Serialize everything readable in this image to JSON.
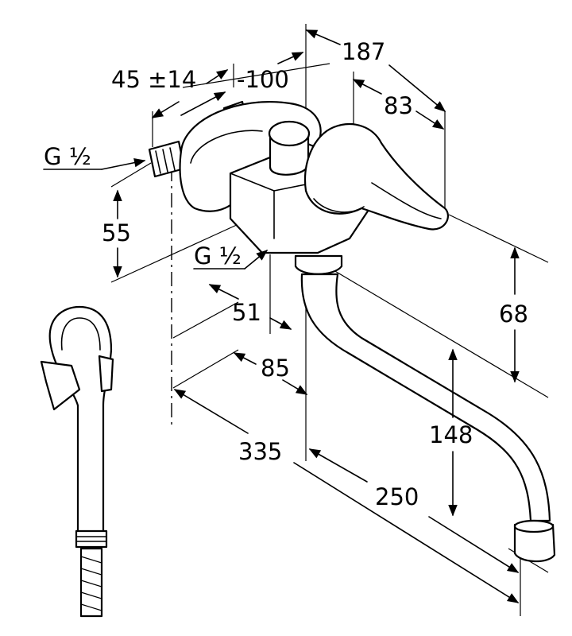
{
  "drawing": {
    "labels": {
      "d187": "187",
      "d45": "45 ±14",
      "d100": "-100",
      "d83": "83",
      "g_top": "G ½",
      "d55": "55",
      "g_mid": "G ½",
      "d68": "68",
      "d51": "51",
      "d85": "85",
      "d148": "148",
      "d335": "335",
      "d250": "250"
    },
    "colors": {
      "line": "#000000",
      "background": "#ffffff"
    },
    "icons": [
      "faucet-icon",
      "hand-shower-icon",
      "arrow-icon"
    ]
  }
}
